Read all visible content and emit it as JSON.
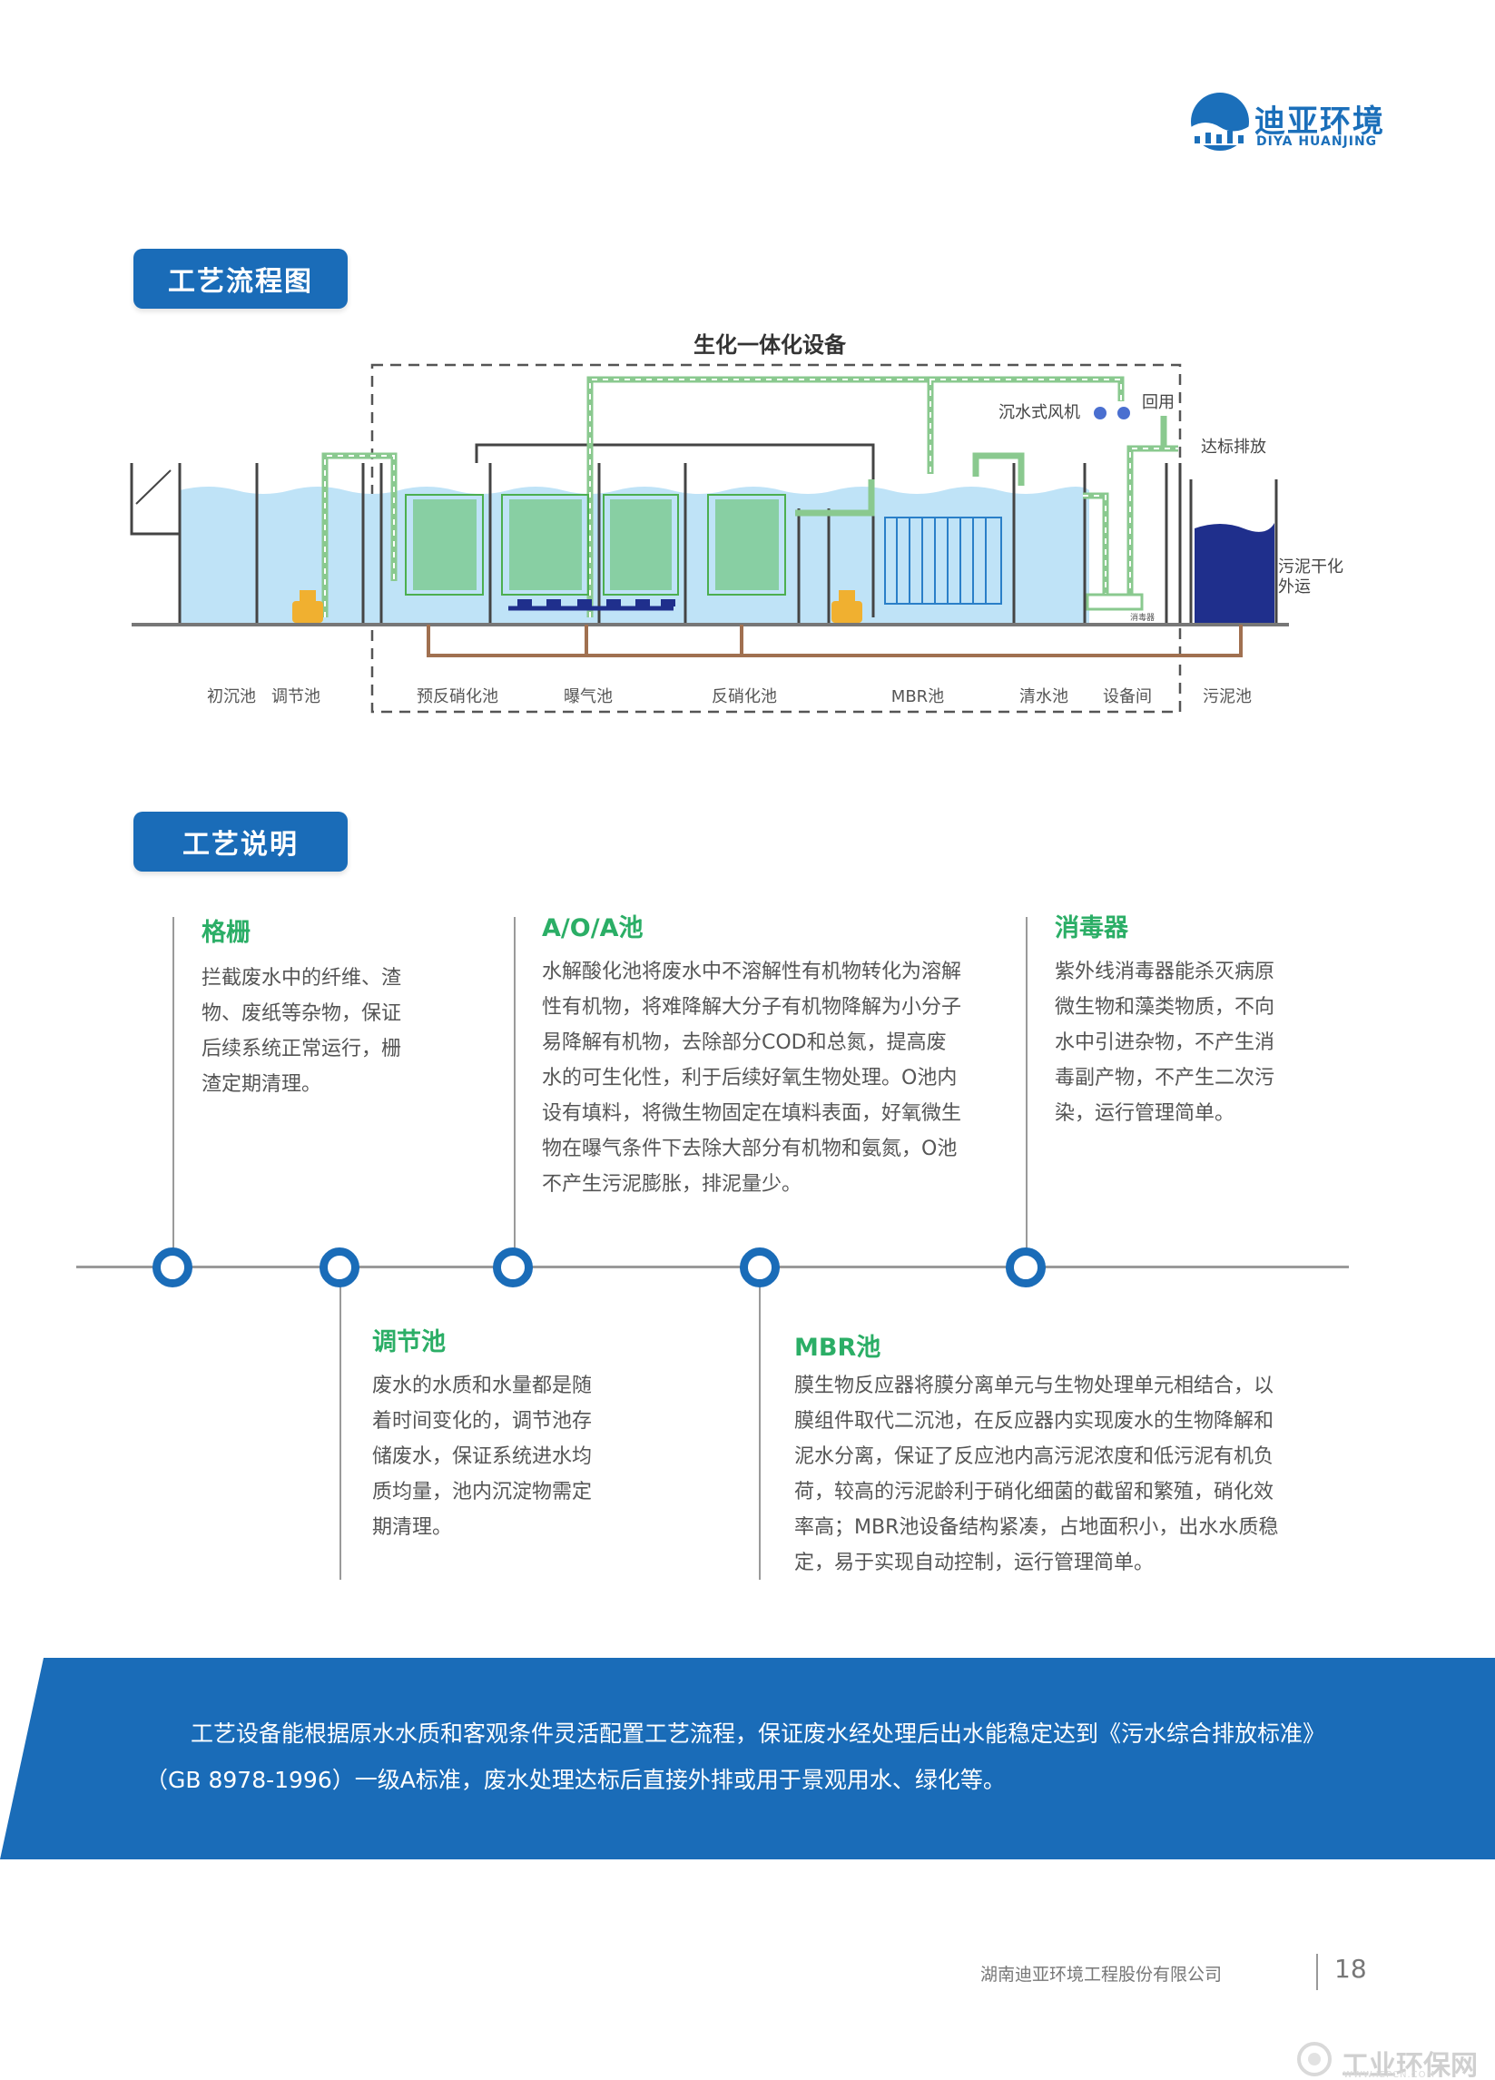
{
  "logo": {
    "name_cn": "迪亚环境",
    "name_en": "DIYA HUANJING"
  },
  "sections": {
    "flow_title": "工艺流程图",
    "desc_title": "工艺说明"
  },
  "diagram": {
    "title": "生化一体化设备",
    "labels": {
      "blower": "沉水式风机",
      "reuse": "回用",
      "discharge": "达标排放",
      "sludge_out_1": "污泥干化",
      "sludge_out_2": "外运",
      "disinfector": "消毒器"
    },
    "tanks": [
      "初沉池",
      "调节池",
      "预反硝化池",
      "曝气池",
      "反硝化池",
      "MBR池",
      "清水池",
      "设备间",
      "污泥池"
    ],
    "colors": {
      "water": "#bfe3f7",
      "pipe": "#8ac98f",
      "sludge": "#1f2f8c",
      "sludge_pipe": "#a07050"
    }
  },
  "descriptions": {
    "grille": {
      "title": "格栅",
      "lines": [
        "拦截废水中的纤维、渣",
        "物、废纸等杂物，保证",
        "后续系统正常运行，栅",
        "渣定期清理。"
      ]
    },
    "aoa": {
      "title": "A/O/A池",
      "lines": [
        "水解酸化池将废水中不溶解性有机物转化为溶解",
        "性有机物，将难降解大分子有机物降解为小分子",
        "易降解有机物，去除部分COD和总氮，提高废",
        "水的可生化性，利于后续好氧生物处理。O池内",
        "设有填料，将微生物固定在填料表面，好氧微生",
        "物在曝气条件下去除大部分有机物和氨氮，O池",
        "不产生污泥膨胀，排泥量少。"
      ]
    },
    "disinfect": {
      "title": "消毒器",
      "lines": [
        "紫外线消毒器能杀灭病原",
        "微生物和藻类物质，不向",
        "水中引进杂物，不产生消",
        "毒副产物，不产生二次污",
        "染，运行管理简单。"
      ]
    },
    "adjust": {
      "title": "调节池",
      "lines": [
        "废水的水质和水量都是随",
        "着时间变化的，调节池存",
        "储废水，保证系统进水均",
        "质均量，池内沉淀物需定",
        "期清理。"
      ]
    },
    "mbr": {
      "title": "MBR池",
      "lines": [
        "膜生物反应器将膜分离单元与生物处理单元相结合，以",
        "膜组件取代二沉池，在反应器内实现废水的生物降解和",
        "泥水分离，保证了反应池内高污泥浓度和低污泥有机负",
        "荷，较高的污泥龄利于硝化细菌的截留和繁殖，硝化效",
        "率高；MBR池设备结构紧凑，占地面积小，出水水质稳",
        "定，易于实现自动控制，运行管理简单。"
      ]
    }
  },
  "banner": {
    "line1": "工艺设备能根据原水水质和客观条件灵活配置工艺流程，保证废水经处理后出水能稳定达到《污水综合排放标准》",
    "line2": "（GB 8978-1996）一级A标准，废水处理达标后直接外排或用于景观用水、绿化等。",
    "color": "#1a6cb8"
  },
  "footer": {
    "company": "湖南迪亚环境工程股份有限公司",
    "page": "18"
  },
  "watermark": {
    "text": "工业环保网",
    "sub": "WWW.IEPCN.COM"
  }
}
